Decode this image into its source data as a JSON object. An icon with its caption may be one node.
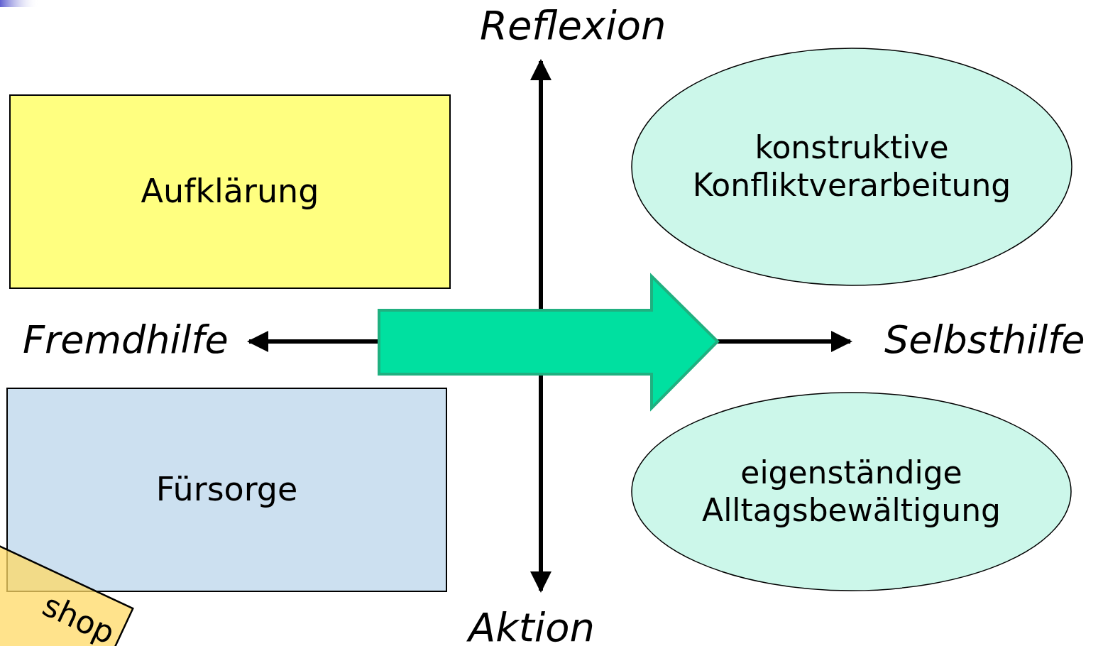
{
  "diagram": {
    "nodes": [
      {
        "text": [
          "Aufklärung"
        ]
      },
      {
        "text": [
          "Fürsorge"
        ]
      },
      {
        "text": [
          "konstruktive Konfliktverarbeitung"
        ]
      },
      {
        "text": [
          "eigenständige Alltagsbewältigung"
        ]
      },
      {
        "text": [
          "shop"
        ]
      }
    ],
    "labels": [
      "Reflexion",
      "Fremdhilfe",
      "Selbsthilfe",
      "Aktion"
    ]
  }
}
